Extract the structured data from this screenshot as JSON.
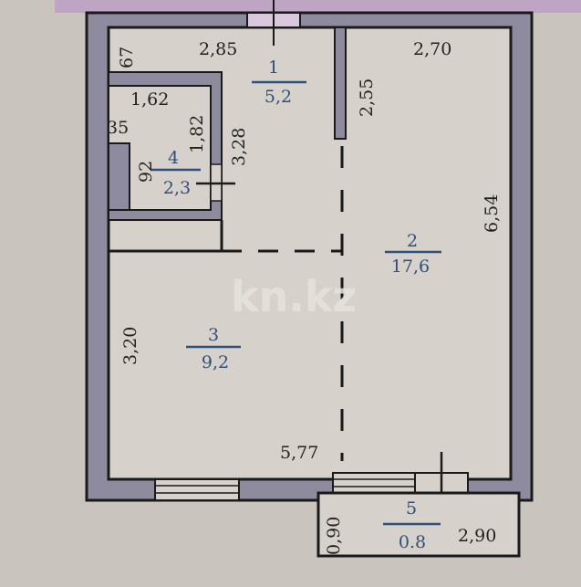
{
  "watermark": "kn.kz",
  "colors": {
    "paper": "#c9c5be",
    "floor": "#d6d2cb",
    "wall_fill": "#8f8b9e",
    "wall_line": "#1a1a1a",
    "room_label": "#2f4f7a",
    "top_tint": "#b48ac8"
  },
  "rooms": [
    {
      "number": "1",
      "area": "5,2"
    },
    {
      "number": "2",
      "area": "17,6"
    },
    {
      "number": "3",
      "area": "9,2"
    },
    {
      "number": "4",
      "area": "2,3"
    },
    {
      "number": "5",
      "area": "0.8"
    }
  ],
  "dimensions": {
    "d_285": "2,85",
    "d_270": "2,70",
    "d_67": "67",
    "d_255": "2,55",
    "d_162": "1,62",
    "d_182": "1,82",
    "d_35": "35",
    "d_328": "3,28",
    "d_92": "92",
    "d_654": "6,54",
    "d_320": "3,20",
    "d_577": "5,77",
    "d_090": "0,90",
    "d_290": "2,90"
  }
}
